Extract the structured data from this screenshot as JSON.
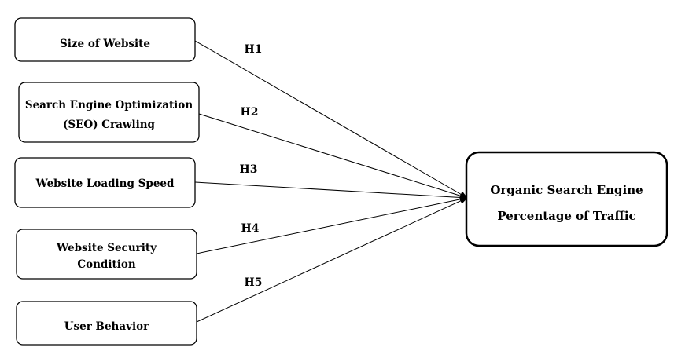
{
  "nodes": [
    {
      "id": "size",
      "lines": [
        "Size of Website"
      ]
    },
    {
      "id": "seo",
      "lines": [
        "Search Engine Optimization",
        "(SEO) Crawling"
      ]
    },
    {
      "id": "speed",
      "lines": [
        "Website Loading Speed"
      ]
    },
    {
      "id": "security",
      "lines": [
        "Website Security",
        "Condition"
      ]
    },
    {
      "id": "behavior",
      "lines": [
        "User Behavior"
      ]
    }
  ],
  "target": {
    "lines": [
      "Organic Search Engine",
      "Percentage of Traffic"
    ]
  },
  "hypotheses": [
    "H1",
    "H2",
    "H3",
    "H4",
    "H5"
  ],
  "colors": {
    "stroke": "#000000",
    "background": "#ffffff"
  }
}
